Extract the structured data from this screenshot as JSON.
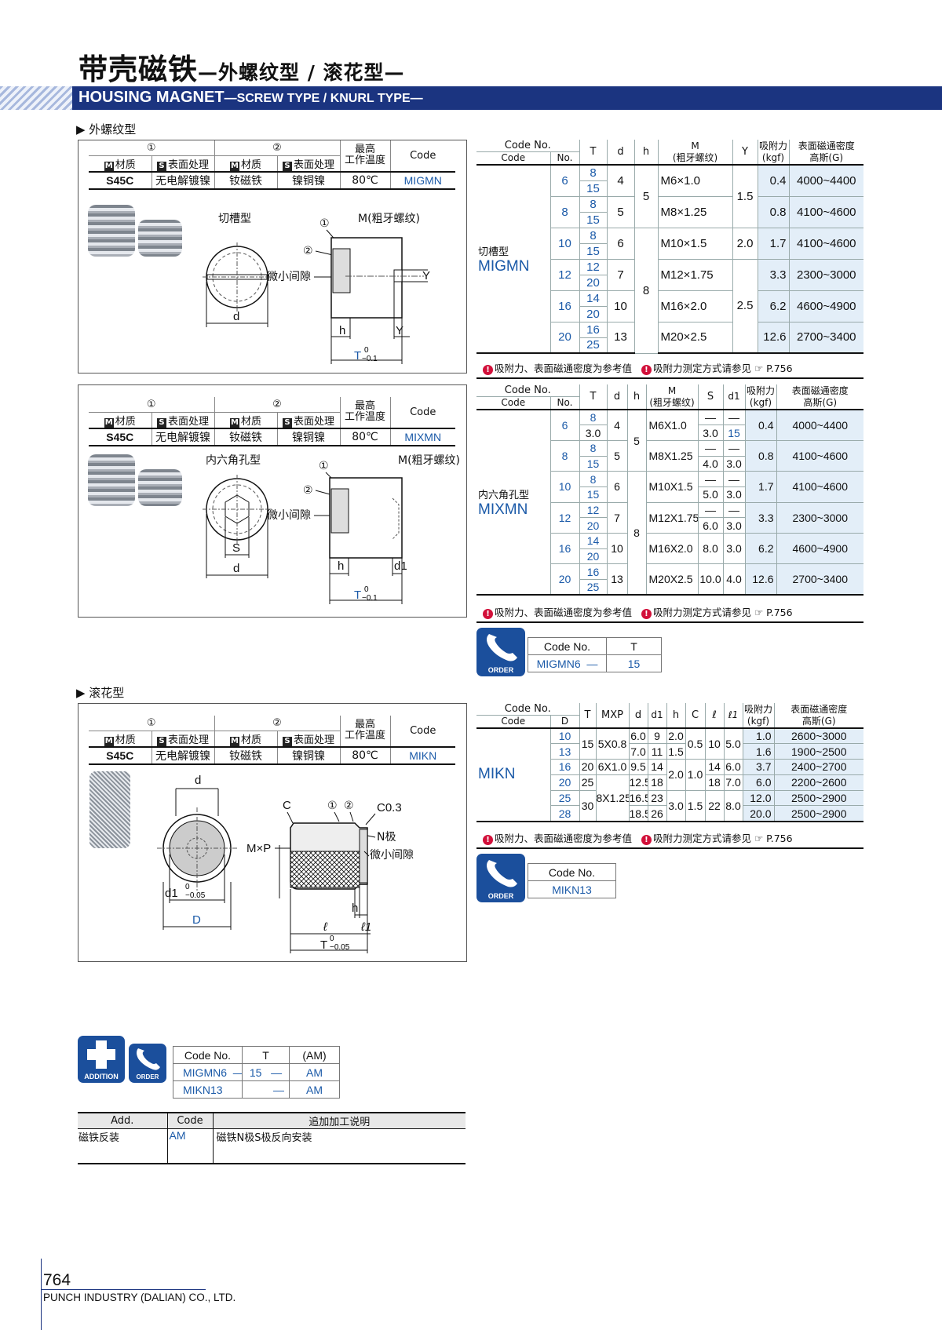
{
  "title": {
    "cn": "带壳磁铁",
    "cn_sub": "—外螺纹型 / 滚花型—",
    "en": "HOUSING MAGNET",
    "en_sub": "—SCREW TYPE / KNURL TYPE—"
  },
  "sections": {
    "screw": "▶ 外螺纹型",
    "knurl": "▶ 滚花型"
  },
  "material_header": {
    "part1": "①",
    "part2": "②",
    "material": "材质",
    "surface": "表面处理",
    "max_temp": "最高",
    "max_temp2": "工作温度",
    "code": "Code",
    "m_badge": "M",
    "s_badge": "S"
  },
  "material_rows": [
    {
      "m1": "S45C",
      "s1": "无电解镀镍",
      "m2": "钕磁铁",
      "s2": "镍铜镍",
      "temp": "80℃",
      "code": "MIGMN"
    },
    {
      "m1": "S45C",
      "s1": "无电解镀镍",
      "m2": "钕磁铁",
      "s2": "镍铜镍",
      "temp": "80℃",
      "code": "MIXMN"
    },
    {
      "m1": "S45C",
      "s1": "无电解镀镍",
      "m2": "钕磁铁",
      "s2": "镍铜镍",
      "temp": "80℃",
      "code": "MIKN"
    }
  ],
  "diagrams": {
    "slot": {
      "type": "切槽型",
      "m": "M(粗牙螺纹)",
      "p1": "①",
      "p2": "②",
      "gap": "微小间隙",
      "d": "d",
      "h": "h",
      "y": "Y",
      "t": "T",
      "tol_up": "0",
      "tol_dn": "−0.1"
    },
    "hex": {
      "type": "内六角孔型",
      "m": "M(粗牙螺纹)",
      "p1": "①",
      "p2": "②",
      "gap": "微小间隙",
      "s": "S",
      "d": "d",
      "h": "h",
      "d1": "d1",
      "t": "T",
      "tol_up": "0",
      "tol_dn": "−0.1"
    },
    "knurl": {
      "d": "d",
      "c": "C",
      "p1": "①",
      "p2": "②",
      "c03": "C0.3",
      "mxp": "M×P",
      "n": "N极",
      "gap": "微小间隙",
      "d1": "d1",
      "tol_up": "0",
      "tol_dn": "−0.05",
      "D": "D",
      "h": "h",
      "l": "ℓ",
      "l1": "ℓ1",
      "t": "T"
    }
  },
  "migmn": {
    "h": {
      "codeno": "Code No.",
      "code": "Code",
      "no": "No.",
      "T": "T",
      "d": "d",
      "h": "h",
      "M": "M",
      "M2": "(粗牙螺纹)",
      "Y": "Y",
      "f": "吸附力",
      "f2": "(kgf)",
      "g": "表面磁通密度",
      "g2": "高斯(G)"
    },
    "label": "切槽型",
    "code": "MIGMN",
    "rows": [
      {
        "no": "6",
        "t1": "8",
        "t2": "15",
        "d": "4",
        "M": "M6×1.0",
        "f": "0.4",
        "g": "4000~4400"
      },
      {
        "no": "8",
        "t1": "8",
        "t2": "15",
        "d": "5",
        "M": "M8×1.25",
        "f": "0.8",
        "g": "4100~4600"
      },
      {
        "no": "10",
        "t1": "8",
        "t2": "15",
        "d": "6",
        "M": "M10×1.5",
        "f": "1.7",
        "g": "4100~4600"
      },
      {
        "no": "12",
        "t1": "12",
        "t2": "20",
        "d": "7",
        "M": "M12×1.75",
        "f": "3.3",
        "g": "2300~3000"
      },
      {
        "no": "16",
        "t1": "14",
        "t2": "20",
        "d": "10",
        "M": "M16×2.0",
        "f": "6.2",
        "g": "4600~4900"
      },
      {
        "no": "20",
        "t1": "16",
        "t2": "25",
        "d": "13",
        "M": "M20×2.5",
        "f": "12.6",
        "g": "2700~3400"
      }
    ],
    "h5": "5",
    "h8": "8",
    "y15": "1.5",
    "y20": "2.0",
    "y25": "2.5"
  },
  "mixmn": {
    "h": {
      "S": "S",
      "d1": "d1"
    },
    "label": "内六角孔型",
    "code": "MIXMN",
    "rows": [
      {
        "no": "6",
        "t1": "8",
        "t2": "15",
        "d": "4",
        "M": "M6X1.0",
        "s1": "—",
        "d11": "—",
        "s2": "3.0",
        "d12": "3.0",
        "f": "0.4",
        "g": "4000~4400"
      },
      {
        "no": "8",
        "t1": "8",
        "t2": "15",
        "d": "5",
        "M": "M8X1.25",
        "s1": "—",
        "d11": "—",
        "s2": "4.0",
        "d12": "3.0",
        "f": "0.8",
        "g": "4100~4600"
      },
      {
        "no": "10",
        "t1": "8",
        "t2": "15",
        "d": "6",
        "M": "M10X1.5",
        "s1": "—",
        "d11": "—",
        "s2": "5.0",
        "d12": "3.0",
        "f": "1.7",
        "g": "4100~4600"
      },
      {
        "no": "12",
        "t1": "12",
        "t2": "20",
        "d": "7",
        "M": "M12X1.75",
        "s1": "—",
        "d11": "—",
        "s2": "6.0",
        "d12": "3.0",
        "f": "3.3",
        "g": "2300~3000"
      },
      {
        "no": "16",
        "t1": "14",
        "t2": "20",
        "d": "10",
        "M": "M16X2.0",
        "s": "8.0",
        "d1": "3.0",
        "f": "6.2",
        "g": "4600~4900"
      },
      {
        "no": "20",
        "t1": "16",
        "t2": "25",
        "d": "13",
        "M": "M20X2.5",
        "s": "10.0",
        "d1": "4.0",
        "f": "12.6",
        "g": "2700~3400"
      }
    ],
    "h5": "5",
    "h8": "8"
  },
  "mikn": {
    "h": {
      "D": "D",
      "T": "T",
      "MXP": "MXP",
      "d": "d",
      "d1": "d1",
      "h": "h",
      "C": "C",
      "l": "ℓ",
      "l1": "ℓ1"
    },
    "code": "MIKN",
    "rows": [
      {
        "D": "10",
        "d": "6.0",
        "d1": "9",
        "h": "2.0",
        "f": "1.0",
        "g": "2600~3000"
      },
      {
        "D": "13",
        "d": "7.0",
        "d1": "11",
        "h": "1.5",
        "f": "1.6",
        "g": "1900~2500"
      },
      {
        "D": "16",
        "T": "20",
        "MXP": "6X1.0",
        "d": "9.5",
        "d1": "14",
        "l": "14",
        "l1": "6.0",
        "f": "3.7",
        "g": "2400~2700"
      },
      {
        "D": "20",
        "T": "25",
        "d": "12.5",
        "d1": "18",
        "l": "18",
        "l1": "7.0",
        "f": "6.0",
        "g": "2200~2600"
      },
      {
        "D": "25",
        "d": "16.5",
        "d1": "23",
        "f": "12.0",
        "g": "2500~2900"
      },
      {
        "D": "28",
        "d": "18.5",
        "d1": "26",
        "f": "20.0",
        "g": "2500~2900"
      }
    ],
    "t15": "15",
    "mxp58": "5X0.8",
    "c05": "0.5",
    "l10": "10",
    "l150": "5.0",
    "t30": "30",
    "mxp8": "8X1.25",
    "h20": "2.0",
    "c10": "1.0",
    "h30": "3.0",
    "c15": "1.5",
    "l22": "22",
    "l180": "8.0"
  },
  "note": {
    "a": "吸附力、表面磁通密度为参考值",
    "b": "吸附力测定方式请参见",
    "page": "P.756",
    "mark": "!",
    "hand": "☞"
  },
  "order": {
    "label": "ORDER",
    "codeno": "Code No.",
    "T": "T",
    "ex1_code": "MIGMN6",
    "dash": "—",
    "ex1_t": "15",
    "ex2_code": "MIKN13"
  },
  "addition": {
    "label": "ADDITION",
    "am": "(AM)",
    "ex1": "MIGMN6",
    "ex1_t": "15",
    "ex1_am": "AM",
    "ex2": "MIKN13",
    "ex2_am": "AM",
    "h_add": "Add.",
    "h_code": "Code",
    "h_desc": "追加加工说明",
    "add": "磁铁反装",
    "code": "AM",
    "desc": "磁铁N极S极反向安装"
  },
  "footer": {
    "page": "764",
    "company": "PUNCH INDUSTRY (DALIAN) CO., LTD."
  }
}
